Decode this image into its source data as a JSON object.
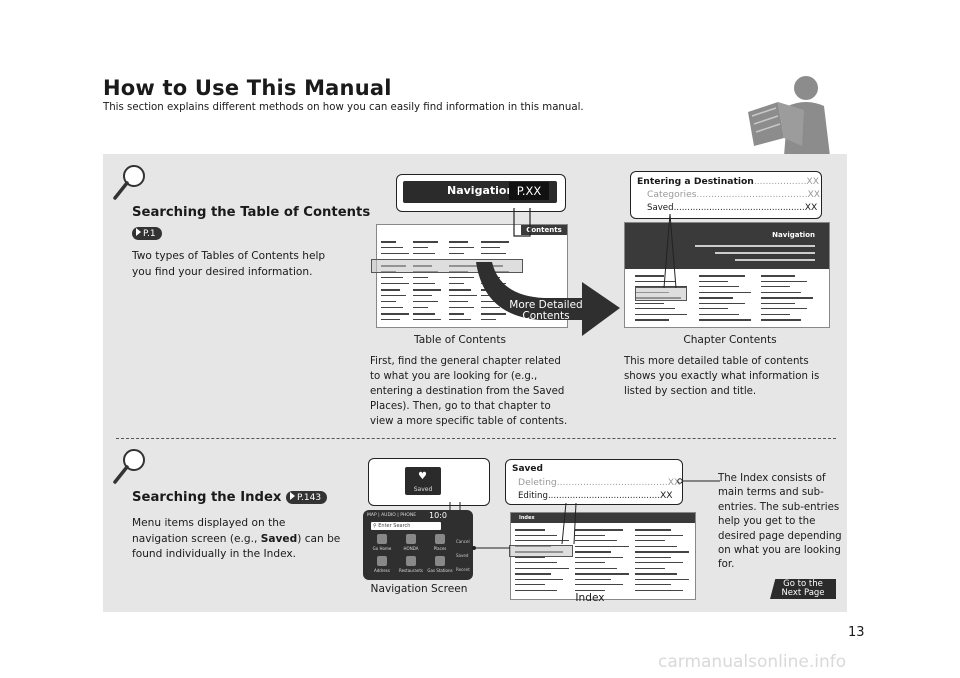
{
  "page": {
    "title": "How to Use This Manual",
    "subtitle": "This section explains different methods on how you can easily find information in this manual.",
    "page_number": "13",
    "go_next": [
      "Go to the",
      "Next Page"
    ],
    "watermark": "carmanualsonline.info"
  },
  "toc_section": {
    "heading": "Searching the Table of Contents",
    "ref": "P.1",
    "description": "Two types of Tables of Contents help you find your desired information.",
    "nav_callout": {
      "label": "Navigation",
      "page": "P.XX"
    },
    "mini_header": "Contents",
    "arrow_label": [
      "More Detailed",
      "Contents"
    ],
    "caption_left": "Table of Contents",
    "caption_right": "Chapter Contents",
    "chapter_header": "Navigation",
    "text_left": "First, find the general chapter related to what you are looking for (e.g., entering a destination from the Saved Places). Then, go to that chapter to view a more specific table of contents.",
    "text_right": "This more detailed table of contents shows you exactly what information is listed by section and title.",
    "entries": [
      {
        "label": "Entering a Destination",
        "dots": "..................",
        "page": "XX"
      },
      {
        "label": "Categories",
        "dots": "......................................",
        "page": "XX"
      },
      {
        "label": "Saved",
        "dots": "................................................",
        "page": "XX"
      }
    ]
  },
  "index_section": {
    "heading": "Searching the Index",
    "ref": "P.143",
    "description_pre": "Menu items displayed on the navigation screen (e.g., ",
    "description_bold": "Saved",
    "description_post": ") can be found individually in the Index.",
    "saved_label": "Saved",
    "index_header": "Index",
    "nav_screen": {
      "tabs": [
        "MAP",
        "AUDIO",
        "PHONE"
      ],
      "time": "10:0",
      "search_placeholder": "Enter Search",
      "tiles": [
        "Go Home",
        "HONDA",
        "Places",
        "Address",
        "Restaurants",
        "Gas Stations"
      ],
      "side": [
        "Cancel",
        "Saved",
        "Recent"
      ]
    },
    "callout": {
      "main": "Saved",
      "items": [
        {
          "label": "Deleting",
          "dots": "......................................",
          "page": "XX"
        },
        {
          "label": "Editing",
          "dots": ".........................................",
          "page": "XX"
        }
      ]
    },
    "caption_left": "Navigation Screen",
    "caption_right": "Index",
    "note": "The Index consists of main terms and sub-entries. The sub-entries help you get to the desired page depending on what you are looking for."
  },
  "colors": {
    "panel": "#e6e6e6",
    "dark": "#2b2b2b",
    "faded": "#9a9a9a"
  },
  "icons": [
    "magnifier-icon",
    "reader-silhouette-icon",
    "heart-icon",
    "search-icon",
    "arrow-ref-icon"
  ]
}
